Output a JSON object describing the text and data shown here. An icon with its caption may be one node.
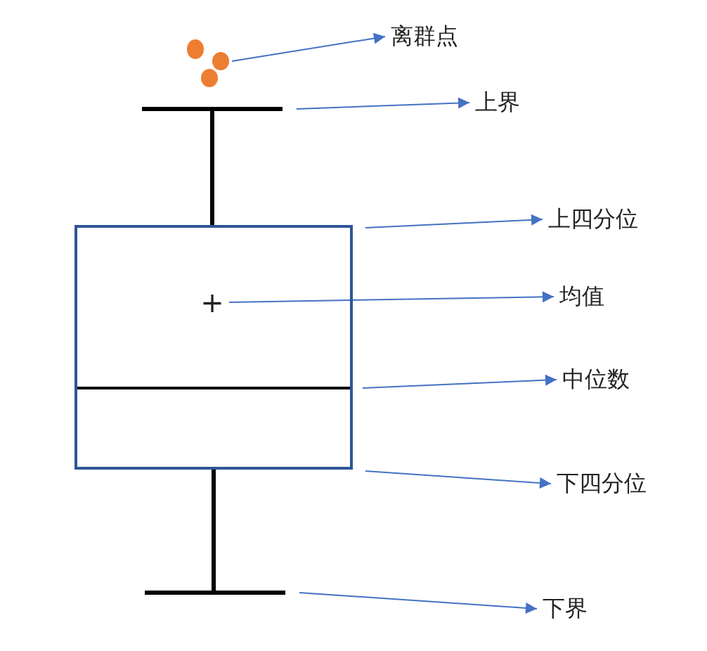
{
  "diagram": {
    "nodes": [
      {
        "text": [
          "离群点"
        ]
      },
      {
        "text": [
          "上界"
        ]
      },
      {
        "text": [
          "上四分位"
        ]
      },
      {
        "text": [
          "均值"
        ]
      },
      {
        "text": [
          "中位数"
        ]
      },
      {
        "text": [
          "下四分位"
        ]
      },
      {
        "text": [
          "下界"
        ]
      },
      {
        "text": [],
        "shape": "circle"
      },
      {
        "text": [],
        "shape": "circle"
      },
      {
        "text": [],
        "shape": "circle"
      },
      {
        "text": [],
        "shape": "bar"
      },
      {
        "text": [],
        "shape": "box"
      },
      {
        "text": [
          "+"
        ],
        "in": 11
      },
      {
        "text": [],
        "shape": "bar",
        "in": 11
      },
      {
        "text": [],
        "shape": "bar"
      }
    ],
    "edges": [
      {
        "from": 9,
        "to": 0,
        "arrow": "to"
      },
      {
        "from": 10,
        "to": 1,
        "arrow": "to"
      },
      {
        "from": 11,
        "to": 2,
        "arrow": "to"
      },
      {
        "from": 12,
        "to": 3,
        "arrow": "to"
      },
      {
        "from": 13,
        "to": 4,
        "arrow": "to"
      },
      {
        "from": 11,
        "to": 5,
        "arrow": "to"
      },
      {
        "from": 14,
        "to": 6,
        "arrow": "to"
      },
      {
        "from": 10,
        "to": 11,
        "arrow": "none",
        "style": "thick",
        "color": "#000000"
      },
      {
        "from": 11,
        "to": 14,
        "arrow": "none",
        "style": "thick",
        "color": "#000000"
      }
    ]
  }
}
